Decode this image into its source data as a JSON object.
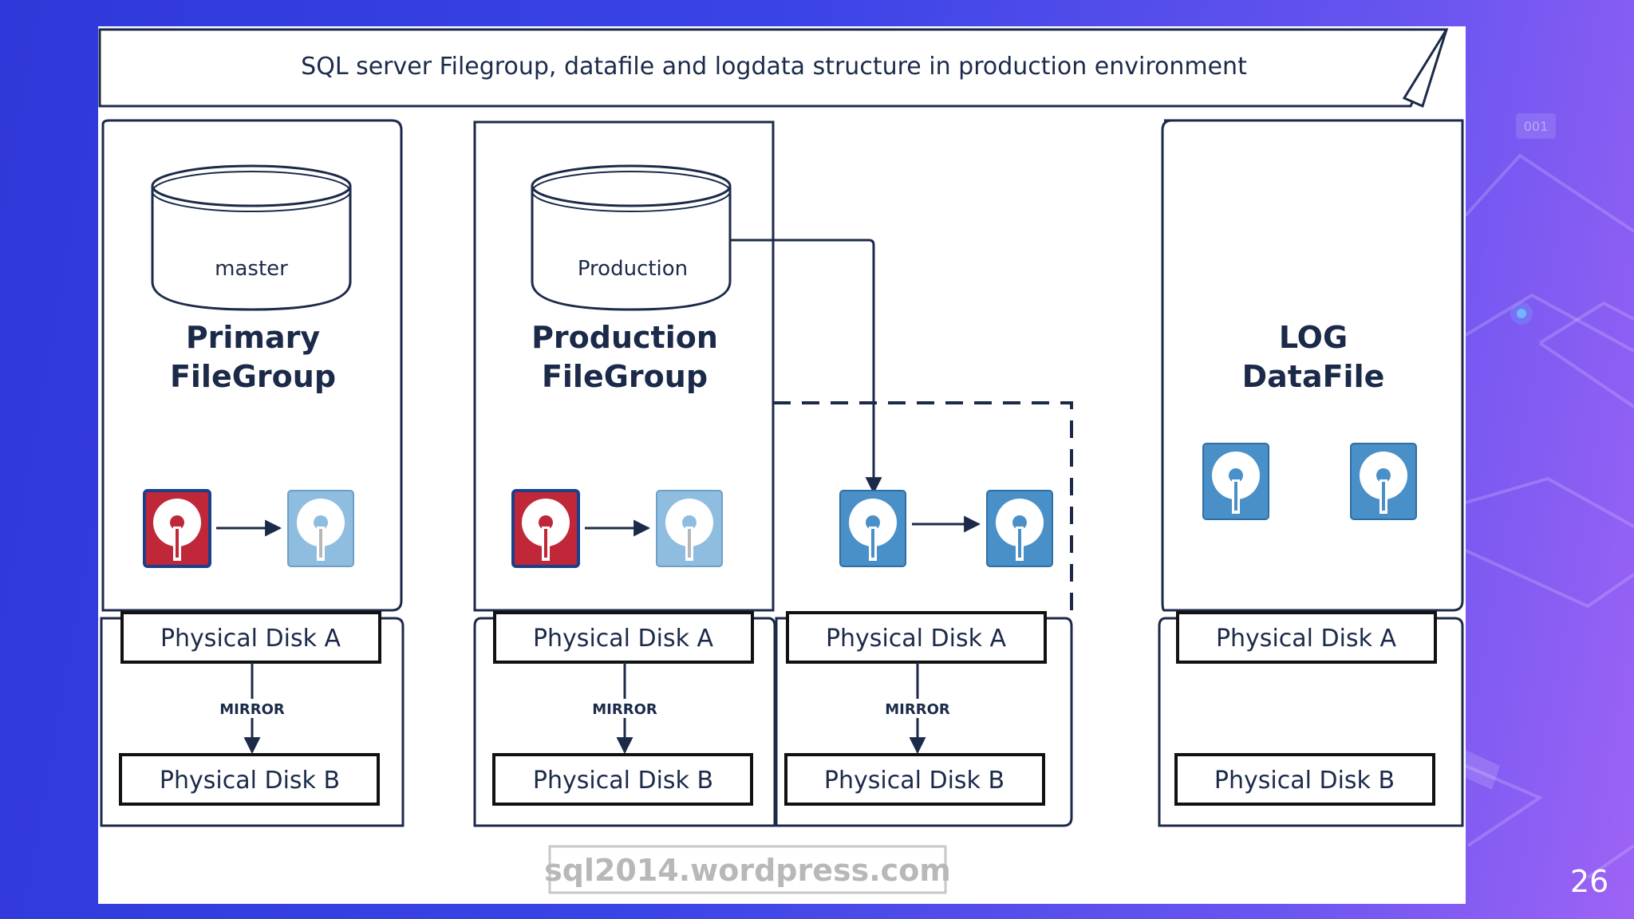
{
  "slide": {
    "number": "26",
    "corner_badge": "001"
  },
  "diagram": {
    "title": "SQL server Filegroup, datafile and logdata structure in production environment",
    "groups": [
      {
        "db_label": "master",
        "title_line1": "Primary",
        "title_line2": "FileGroup",
        "disk_a": "Physical Disk A",
        "mirror": "MIRROR",
        "disk_b": "Physical Disk B"
      },
      {
        "db_label": "Production",
        "title_line1": "Production",
        "title_line2": "FileGroup",
        "disk_a": "Physical Disk A",
        "mirror": "MIRROR",
        "disk_b": "Physical Disk B"
      },
      {
        "disk_a": "Physical Disk A",
        "mirror": "MIRROR",
        "disk_b": "Physical Disk B"
      },
      {
        "title_line1": "LOG",
        "title_line2": "DataFile",
        "disk_a": "Physical Disk A",
        "disk_b": "Physical Disk B"
      }
    ],
    "watermark": "sql2014.wordpress.com",
    "colors": {
      "ink": "#1c2a4a",
      "disk_blue": "#4a90c8",
      "disk_red": "#c0283a"
    }
  }
}
